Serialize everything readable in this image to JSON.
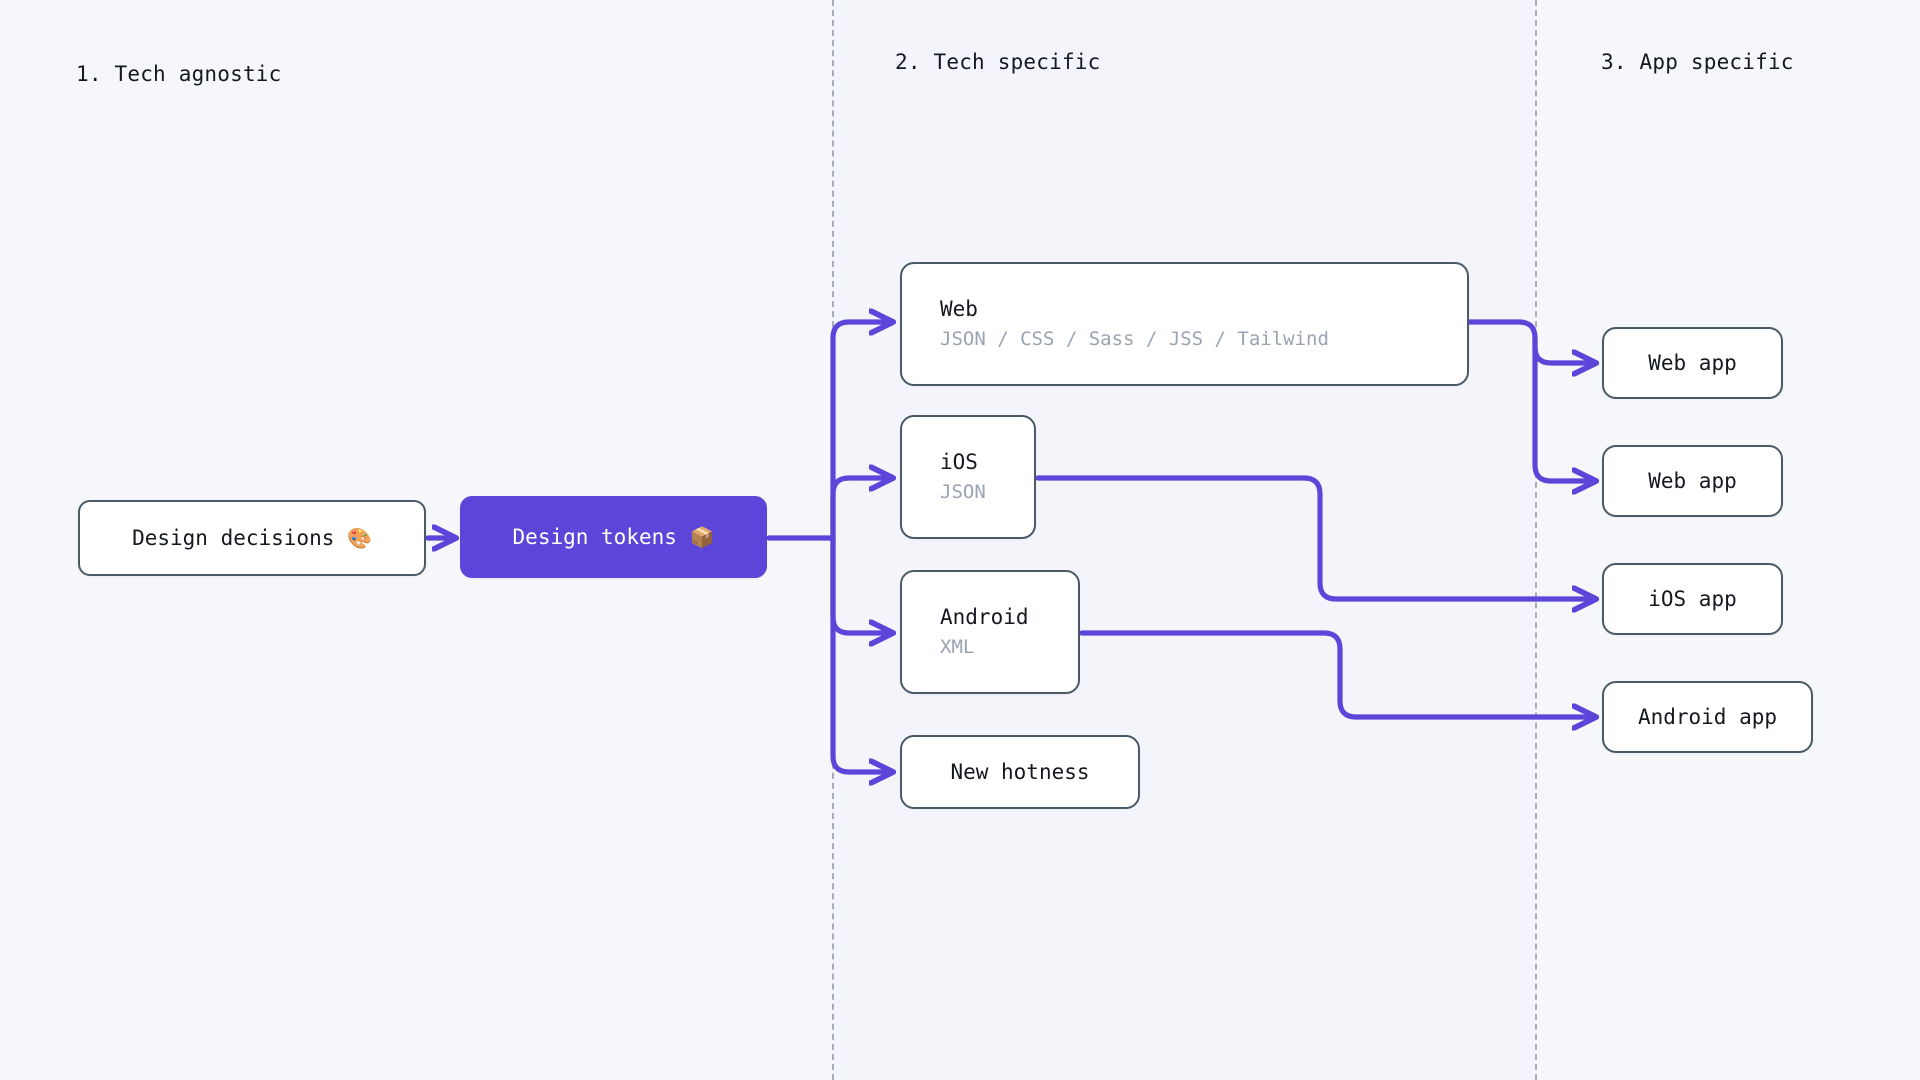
{
  "theme": {
    "page_background": "#f4f6fa",
    "accent": "#5b46d9",
    "node_border": "#4a5a66",
    "node_background": "#ffffff",
    "text_primary": "#14181f",
    "text_muted": "#9aa3b2",
    "divider": "#8d96a5"
  },
  "columns": [
    {
      "label": "1. Tech agnostic"
    },
    {
      "label": "2. Tech specific"
    },
    {
      "label": "3. App specific"
    }
  ],
  "nodes": {
    "design_decisions": {
      "title": "Design decisions",
      "emoji": "🎨",
      "emoji_name": "artist-palette-emoji"
    },
    "design_tokens": {
      "title": "Design tokens",
      "emoji": "📦",
      "emoji_name": "package-emoji"
    },
    "web": {
      "title": "Web",
      "sub": "JSON / CSS / Sass / JSS / Tailwind"
    },
    "ios": {
      "title": "iOS",
      "sub": "JSON"
    },
    "android": {
      "title": "Android",
      "sub": "XML"
    },
    "new_hotness": {
      "title": "New hotness"
    },
    "web_app_1": {
      "title": "Web app"
    },
    "web_app_2": {
      "title": "Web app"
    },
    "ios_app": {
      "title": "iOS app"
    },
    "android_app": {
      "title": "Android app"
    }
  },
  "chart_data": {
    "type": "diagram",
    "title": "Design tokens pipeline",
    "diagram_kind": "flow",
    "columns": [
      "1. Tech agnostic",
      "2. Tech specific",
      "3. App specific"
    ],
    "nodes": [
      {
        "id": "design_decisions",
        "label": "Design decisions 🎨",
        "column": 1,
        "style": "outlined"
      },
      {
        "id": "design_tokens",
        "label": "Design tokens 📦",
        "column": 1,
        "style": "filled-accent"
      },
      {
        "id": "web",
        "label": "Web",
        "sublabel": "JSON / CSS / Sass / JSS / Tailwind",
        "column": 2,
        "style": "outlined"
      },
      {
        "id": "ios",
        "label": "iOS",
        "sublabel": "JSON",
        "column": 2,
        "style": "outlined"
      },
      {
        "id": "android",
        "label": "Android",
        "sublabel": "XML",
        "column": 2,
        "style": "outlined"
      },
      {
        "id": "new_hotness",
        "label": "New hotness",
        "column": 2,
        "style": "outlined"
      },
      {
        "id": "web_app_1",
        "label": "Web app",
        "column": 3,
        "style": "outlined"
      },
      {
        "id": "web_app_2",
        "label": "Web app",
        "column": 3,
        "style": "outlined"
      },
      {
        "id": "ios_app",
        "label": "iOS app",
        "column": 3,
        "style": "outlined"
      },
      {
        "id": "android_app",
        "label": "Android app",
        "column": 3,
        "style": "outlined"
      }
    ],
    "edges": [
      {
        "from": "design_decisions",
        "to": "design_tokens"
      },
      {
        "from": "design_tokens",
        "to": "web"
      },
      {
        "from": "design_tokens",
        "to": "ios"
      },
      {
        "from": "design_tokens",
        "to": "android"
      },
      {
        "from": "design_tokens",
        "to": "new_hotness"
      },
      {
        "from": "web",
        "to": "web_app_1"
      },
      {
        "from": "web",
        "to": "web_app_2"
      },
      {
        "from": "ios",
        "to": "ios_app"
      },
      {
        "from": "android",
        "to": "android_app"
      }
    ]
  }
}
